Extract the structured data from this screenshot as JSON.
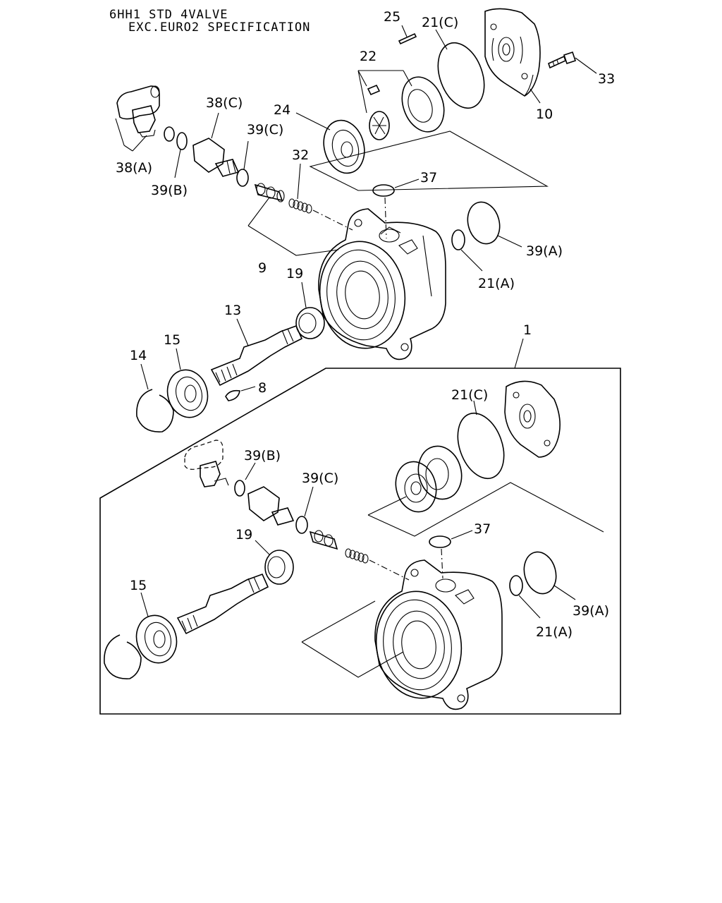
{
  "header": {
    "line1": "6HH1 STD 4VALVE",
    "line2": "EXC.EURO2 SPECIFICATION"
  },
  "upper_labels": {
    "p25": "25",
    "p21c": "21(C)",
    "p22": "22",
    "p33": "33",
    "p10": "10",
    "p38c": "38(C)",
    "p24": "24",
    "p39c": "39(C)",
    "p38a": "38(A)",
    "p32": "32",
    "p39b": "39(B)",
    "p37": "37",
    "p39a": "39(A)",
    "p9": "9",
    "p19": "19",
    "p21a": "21(A)",
    "p13": "13",
    "p15": "15",
    "p14": "14",
    "p8": "8",
    "p1": "1"
  },
  "lower_labels": {
    "p21c": "21(C)",
    "p39b": "39(B)",
    "p39c": "39(C)",
    "p19": "19",
    "p37": "37",
    "p15": "15",
    "p39a": "39(A)",
    "p21a": "21(A)"
  }
}
